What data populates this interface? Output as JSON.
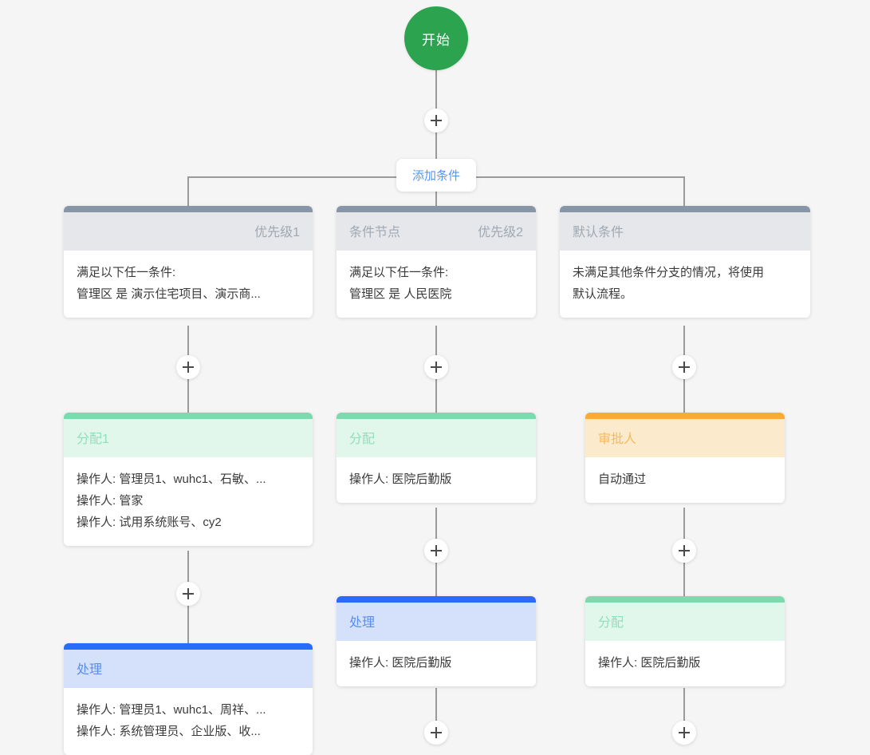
{
  "canvas": {
    "background": "#f5f5f5",
    "line_color": "#9a9a9a"
  },
  "start": {
    "label": "开始",
    "color": "#2ca34e",
    "text_color": "#ffffff"
  },
  "add_condition": {
    "label": "添加条件",
    "text_color": "#5596f5"
  },
  "plus_buttons": [
    {
      "name": "add-node-after-start"
    },
    {
      "name": "add-node-branch-1"
    },
    {
      "name": "add-node-branch-2"
    },
    {
      "name": "add-node-branch-3"
    },
    {
      "name": "add-node-branch-1-second"
    },
    {
      "name": "add-node-branch-2-second"
    },
    {
      "name": "add-node-branch-3-second"
    },
    {
      "name": "add-node-branch-2-third"
    },
    {
      "name": "add-node-branch-3-third"
    }
  ],
  "branches": [
    {
      "id": "branch-1",
      "condition": {
        "type": "condition",
        "title": "",
        "priority": "优先级1",
        "lines": [
          "满足以下任一条件:",
          "管理区 是 演示住宅项目、演示商..."
        ],
        "top_color": "#8696a7",
        "head_color": "#e5e7ea"
      },
      "nodes": [
        {
          "type": "assign",
          "title": "分配1",
          "lines": [
            "操作人: 管理员1、wuhc1、石敏、...",
            "操作人:  管家",
            "操作人: 试用系统账号、cy2"
          ],
          "top_color": "#7fd9af",
          "head_color": "#e1f7ec"
        },
        {
          "type": "process",
          "title": "处理",
          "lines": [
            "操作人: 管理员1、wuhc1、周祥、...",
            "操作人: 系统管理员、企业版、收..."
          ],
          "top_color": "#2b6bfb",
          "head_color": "#d5e1fb"
        }
      ]
    },
    {
      "id": "branch-2",
      "condition": {
        "type": "condition",
        "title": "条件节点",
        "priority": "优先级2",
        "lines": [
          "满足以下任一条件:",
          "管理区 是 人民医院"
        ],
        "top_color": "#8696a7",
        "head_color": "#e5e7ea"
      },
      "nodes": [
        {
          "type": "assign",
          "title": "分配",
          "lines": [
            "操作人: 医院后勤版"
          ],
          "top_color": "#7fd9af",
          "head_color": "#e1f7ec"
        },
        {
          "type": "process",
          "title": "处理",
          "lines": [
            "操作人: 医院后勤版"
          ],
          "top_color": "#2b6bfb",
          "head_color": "#d5e1fb"
        }
      ]
    },
    {
      "id": "branch-3",
      "condition": {
        "type": "condition",
        "title": "默认条件",
        "priority": "",
        "lines": [
          "未满足其他条件分支的情况，将使用",
          "默认流程。"
        ],
        "top_color": "#8696a7",
        "head_color": "#e5e7ea"
      },
      "nodes": [
        {
          "type": "approve",
          "title": "审批人",
          "lines": [
            "自动通过"
          ],
          "top_color": "#f9ab36",
          "head_color": "#fceacd"
        },
        {
          "type": "assign",
          "title": "分配",
          "lines": [
            "操作人: 医院后勤版"
          ],
          "top_color": "#7fd9af",
          "head_color": "#e1f7ec"
        }
      ]
    }
  ]
}
